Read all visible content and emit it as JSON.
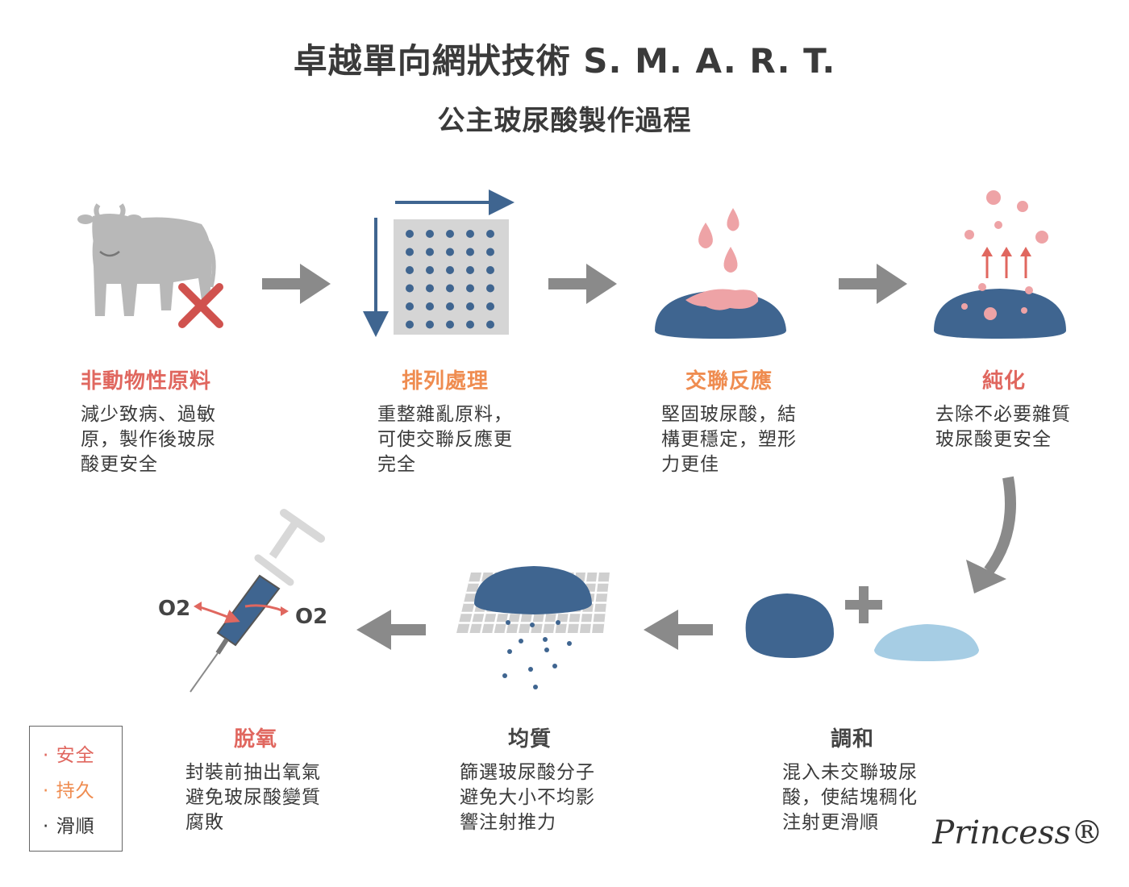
{
  "header": {
    "title": "卓越單向網狀技術 S. M. A. R. T.",
    "subtitle": "公主玻尿酸製作過程"
  },
  "steps": [
    {
      "title": "非動物性原料",
      "lines": [
        "減少致病、過敏",
        "原，製作後玻尿",
        "酸更安全"
      ],
      "color": "#e0675f"
    },
    {
      "title": "排列處理",
      "lines": [
        "重整雜亂原料，",
        "可使交聯反應更",
        "完全"
      ],
      "color": "#ef8c50"
    },
    {
      "title": "交聯反應",
      "lines": [
        "堅固玻尿酸，結",
        "構更穩定，塑形",
        "力更佳"
      ],
      "color": "#ef8c50"
    },
    {
      "title": "純化",
      "lines": [
        "去除不必要雜質",
        "玻尿酸更安全"
      ],
      "color": "#e0675f"
    },
    {
      "title": "調和",
      "lines": [
        "混入未交聯玻尿",
        "酸，使結塊稠化",
        "注射更滑順"
      ],
      "color": "#444444"
    },
    {
      "title": "均質",
      "lines": [
        "篩選玻尿酸分子",
        "避免大小不均影",
        "響注射推力"
      ],
      "color": "#444444"
    },
    {
      "title": "脫氧",
      "lines": [
        "封裝前抽出氧氣",
        "避免玻尿酸變質",
        "腐敗"
      ],
      "color": "#e0675f"
    }
  ],
  "icons": {
    "deoxygenation_labels": [
      "O2",
      "O2"
    ]
  },
  "legend": [
    {
      "label": "安全",
      "color": "#e0675f"
    },
    {
      "label": "持久",
      "color": "#ef8c50"
    },
    {
      "label": "滑順",
      "color": "#333333"
    }
  ],
  "brand": {
    "logo": "Princess®"
  },
  "colors": {
    "navy": "#3f6590",
    "pink": "#eea3a6",
    "light_blue": "#a6cde4",
    "gray_arrow": "#8a8a8a",
    "cow_gray": "#b8b8b8",
    "red_x": "#d0524e"
  }
}
